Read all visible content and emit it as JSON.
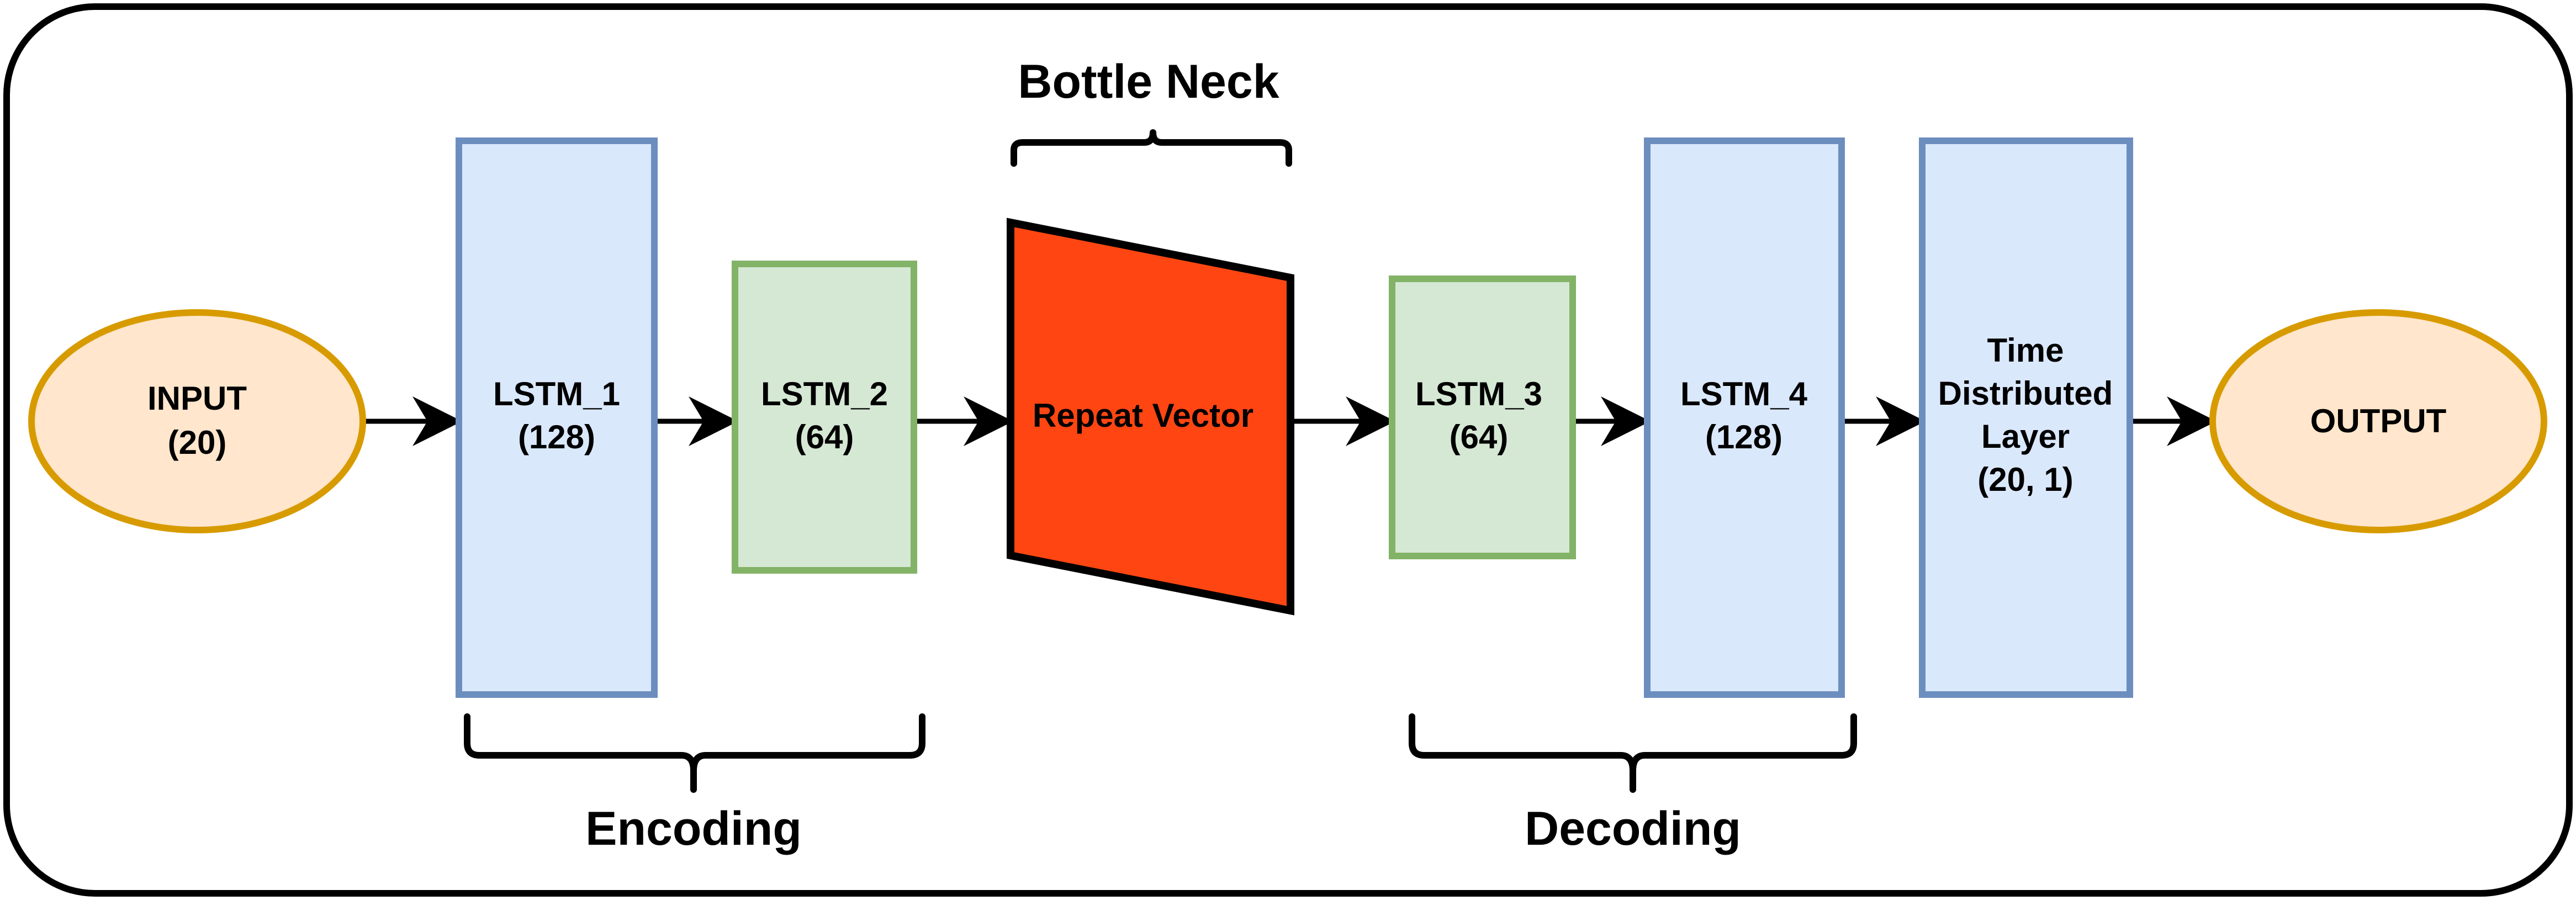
{
  "nodes": {
    "input": {
      "line1": "INPUT",
      "line2": "(20)"
    },
    "lstm_1": {
      "line1": "LSTM_1",
      "line2": "(128)"
    },
    "lstm_2": {
      "line1": "LSTM_2",
      "line2": "(64)"
    },
    "repeat_vector": {
      "label": "Repeat Vector"
    },
    "lstm_3": {
      "line1": "LSTM_3",
      "line2": "(64)"
    },
    "lstm_4": {
      "line1": "LSTM_4",
      "line2": "(128)"
    },
    "time_distributed": {
      "line1": "Time",
      "line2": "Distributed",
      "line3": "Layer",
      "line4": "(20, 1)"
    },
    "output": {
      "label": "OUTPUT"
    }
  },
  "groups": {
    "bottleneck": "Bottle Neck",
    "encoding": "Encoding",
    "decoding": "Decoding"
  },
  "colors": {
    "io_fill": "#ffe6cc",
    "io_stroke": "#d79b00",
    "lstm_large_fill": "#dae8fc",
    "lstm_large_stroke": "#6c8ebf",
    "lstm_small_fill": "#d5e8d4",
    "lstm_small_stroke": "#82b366",
    "repeat_fill": "#ff4612",
    "repeat_stroke": "#000000",
    "frame_stroke": "#000000"
  }
}
